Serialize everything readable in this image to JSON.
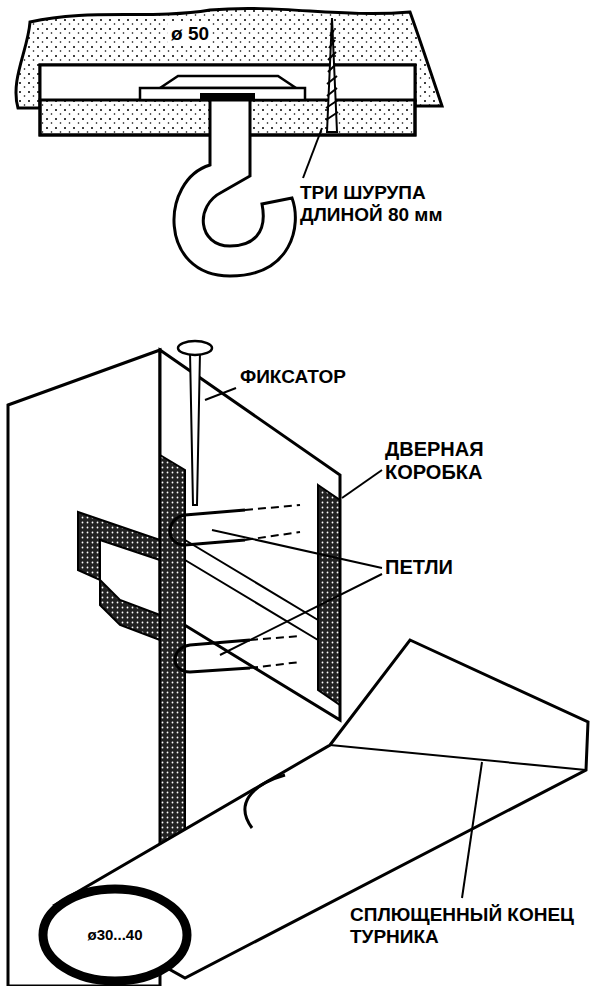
{
  "diagram": {
    "labels": [
      "ø 50",
      "ТРИ ШУРУПА ДЛИНОЙ 80 мм",
      "ФИКСАТОР",
      "ДВЕРНАЯ КОРОБКА",
      "ПЕТЛИ",
      "ø30...40",
      "СПЛЮЩЕННЫЙ КОНЕЦ ТУРНИКА"
    ]
  }
}
